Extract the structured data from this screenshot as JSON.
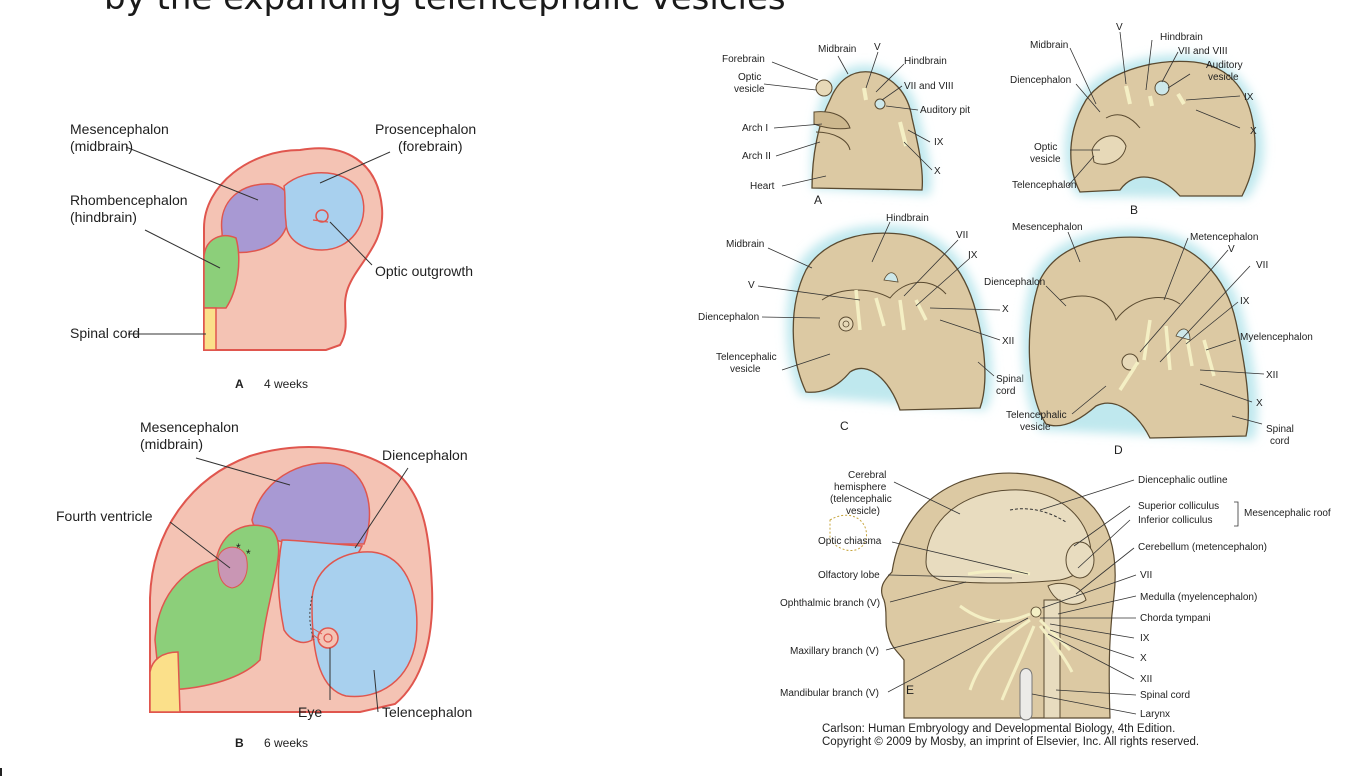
{
  "slide": {
    "title": "by the expanding  telencephalic vesicles"
  },
  "left": {
    "figA": {
      "caption_letter": "A",
      "caption_text": "4 weeks",
      "labels": {
        "mesencephalon": "Mesencephalon",
        "mesencephalon_sub": "(midbrain)",
        "prosencephalon": "Prosencephalon",
        "prosencephalon_sub": "(forebrain)",
        "rhombencephalon": "Rhombencephalon",
        "rhombencephalon_sub": "(hindbrain)",
        "optic_outgrowth": "Optic outgrowth",
        "spinal_cord": "Spinal cord"
      }
    },
    "figB": {
      "caption_letter": "B",
      "caption_text": "6 weeks",
      "labels": {
        "mesencephalon": "Mesencephalon",
        "mesencephalon_sub": "(midbrain)",
        "diencephalon": "Diencephalon",
        "fourth_ventricle": "Fourth ventricle",
        "eye": "Eye",
        "telencephalon": "Telencephalon"
      }
    }
  },
  "right": {
    "panelA": {
      "letter": "A",
      "labels": {
        "forebrain": "Forebrain",
        "optic_vesicle_1": "Optic",
        "optic_vesicle_2": "vesicle",
        "midbrain": "Midbrain",
        "v": "V",
        "hindbrain": "Hindbrain",
        "vii_viii": "VII and VIII",
        "auditory_pit": "Auditory pit",
        "arch1": "Arch I",
        "arch2": "Arch II",
        "ix": "IX",
        "x": "X",
        "heart": "Heart"
      }
    },
    "panelB": {
      "letter": "B",
      "labels": {
        "midbrain": "Midbrain",
        "v": "V",
        "hindbrain": "Hindbrain",
        "vii_viii": "VII and VIII",
        "auditory_1": "Auditory",
        "auditory_2": "vesicle",
        "diencephalon": "Diencephalon",
        "ix": "IX",
        "x": "X",
        "optic_1": "Optic",
        "optic_2": "vesicle",
        "telencephalon": "Telencephalon"
      }
    },
    "panelC": {
      "letter": "C",
      "labels": {
        "hindbrain": "Hindbrain",
        "midbrain": "Midbrain",
        "vii": "VII",
        "ix": "IX",
        "v": "V",
        "x": "X",
        "diencephalon": "Diencephalon",
        "xii": "XII",
        "telencephalic_1": "Telencephalic",
        "telencephalic_2": "vesicle",
        "spinal_1": "Spinal",
        "spinal_2": "cord"
      }
    },
    "panelD": {
      "letter": "D",
      "labels": {
        "mesencephalon": "Mesencephalon",
        "metencephalon": "Metencephalon",
        "v": "V",
        "vii": "VII",
        "diencephalon": "Diencephalon",
        "ix": "IX",
        "myelencephalon": "Myelencephalon",
        "xii": "XII",
        "x": "X",
        "telencephalic_1": "Telencephalic",
        "telencephalic_2": "vesicle",
        "spinal_1": "Spinal",
        "spinal_2": "cord"
      }
    },
    "panelE": {
      "letter": "E",
      "labels": {
        "cerebral_1": "Cerebral",
        "cerebral_2": "hemisphere",
        "cerebral_3": "(telencephalic",
        "cerebral_4": "vesicle)",
        "dienc_outline": "Diencephalic outline",
        "sup_coll": "Superior colliculus",
        "inf_coll": "Inferior colliculus",
        "mes_roof": "Mesencephalic roof",
        "optic_chiasma": "Optic chiasma",
        "cerebellum": "Cerebellum (metencephalon)",
        "olfactory": "Olfactory lobe",
        "vii": "VII",
        "ophthalmic": "Ophthalmic branch (V)",
        "medulla": "Medulla (myelencephalon)",
        "chorda": "Chorda tympani",
        "maxillary": "Maxillary branch (V)",
        "ix": "IX",
        "x": "X",
        "xii": "XII",
        "mandibular": "Mandibular branch (V)",
        "spinal_cord": "Spinal cord",
        "larynx": "Larynx"
      }
    },
    "credit": {
      "line1": "Carlson: Human Embryology and Developmental Biology, 4th Edition.",
      "line2": "Copyright © 2009 by Mosby, an imprint of Elsevier, Inc. All rights reserved."
    }
  },
  "colors": {
    "embryo_pink": "#f4c3b4",
    "embryo_outline": "#e0564e",
    "midbrain_purple": "#a899d3",
    "forebrain_blue": "#a8d0ee",
    "hindbrain_green": "#8ccf7a",
    "spinal_yellow": "#fbe08a",
    "tan_tissue": "#dcc9a3",
    "cyan_halo": "#bfe8ee",
    "nerve_cream": "#f4efc4"
  }
}
